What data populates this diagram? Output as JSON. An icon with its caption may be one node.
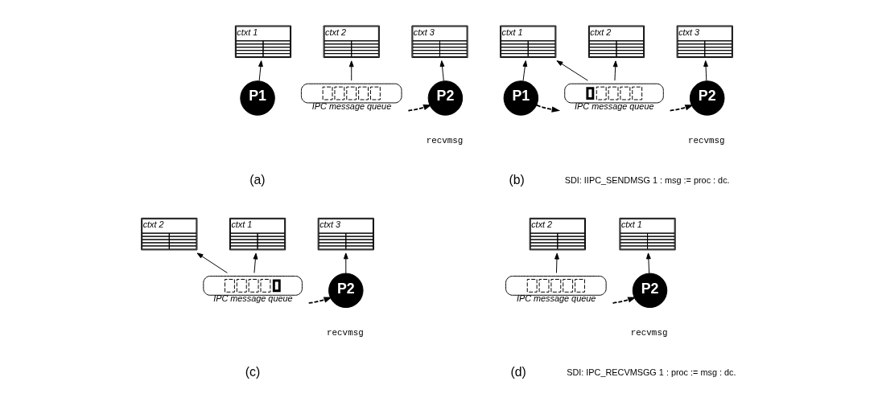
{
  "diagram": {
    "nodes": [
      {
        "text": [
          "ctxt 1"
        ]
      },
      {
        "text": [
          "ctxt 2"
        ]
      },
      {
        "text": [
          "ctxt 3"
        ]
      },
      {
        "text": [
          "P1"
        ]
      },
      {
        "text": [
          "IPC message queue"
        ]
      },
      {
        "text": [
          "P2"
        ],
        "beside": [
          "recvmsg"
        ]
      },
      {
        "text": [
          "ctxt 1"
        ]
      },
      {
        "text": [
          "ctxt 2"
        ]
      },
      {
        "text": [
          "ctxt 3"
        ]
      },
      {
        "text": [
          "P1"
        ]
      },
      {
        "text": [
          "IPC message queue"
        ]
      },
      {
        "text": [
          "P2"
        ],
        "beside": [
          "recvmsg"
        ]
      },
      {
        "text": [
          "ctxt 1"
        ]
      },
      {
        "text": [
          "ctxt 2"
        ]
      },
      {
        "text": [
          "ctxt 3"
        ]
      },
      {
        "text": [
          "IPC message queue"
        ]
      },
      {
        "text": [
          "P2"
        ],
        "beside": [
          "recvmsg"
        ]
      },
      {
        "text": [
          "ctxt 1"
        ]
      },
      {
        "text": [
          "ctxt 2"
        ]
      },
      {
        "text": [
          "IPC message queue"
        ]
      },
      {
        "text": [
          "P2"
        ],
        "beside": [
          "recvmsg"
        ]
      }
    ],
    "edges": [
      {
        "from": 3,
        "to": 0,
        "arrow": "to"
      },
      {
        "from": 4,
        "to": 1,
        "arrow": "to"
      },
      {
        "from": 4,
        "to": 5,
        "arrow": "to",
        "style": "dashed"
      },
      {
        "from": 5,
        "to": 2,
        "arrow": "to"
      },
      {
        "from": 9,
        "to": 6,
        "arrow": "to"
      },
      {
        "from": 10,
        "to": 6,
        "arrow": "to"
      },
      {
        "from": 10,
        "to": 7,
        "arrow": "to"
      },
      {
        "from": 9,
        "to": 10,
        "arrow": "to",
        "style": "dashed"
      },
      {
        "from": 10,
        "to": 11,
        "arrow": "to",
        "style": "dashed"
      },
      {
        "from": 11,
        "to": 8,
        "arrow": "to"
      },
      {
        "from": 15,
        "to": 12,
        "arrow": "to"
      },
      {
        "from": 15,
        "to": 13,
        "arrow": "to"
      },
      {
        "from": 15,
        "to": 16,
        "arrow": "to",
        "style": "dashed"
      },
      {
        "from": 16,
        "to": 14,
        "arrow": "to"
      },
      {
        "from": 20,
        "to": 17,
        "arrow": "to"
      },
      {
        "from": 19,
        "to": 18,
        "arrow": "to"
      },
      {
        "from": 19,
        "to": 20,
        "arrow": "to",
        "style": "dashed"
      }
    ],
    "labels": [
      "(a)",
      "SDI: IIPC_SENDMSG 1 : msg := proc : dc.",
      "(b)",
      "(c)",
      "SDI: IPC_RECVMSGG 1 : proc := msg : dc.",
      "(d)"
    ]
  }
}
